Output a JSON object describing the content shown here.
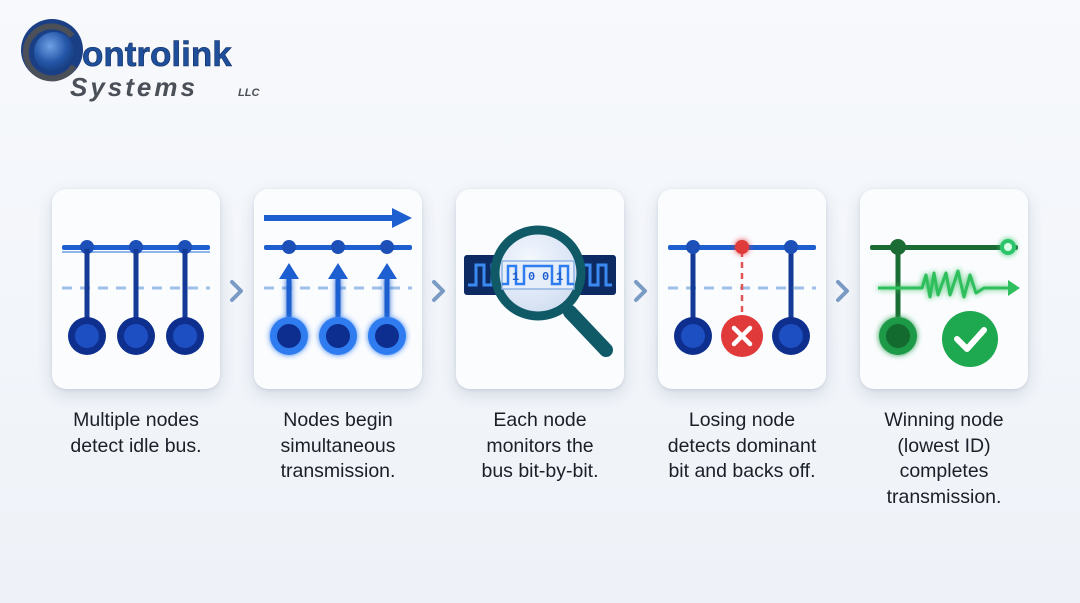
{
  "brand": {
    "name_line1": "Controlink",
    "name_line2": "Systems",
    "suffix": "LLC",
    "colors": {
      "primary": "#1f4e9a",
      "secondary": "#4a4f58"
    }
  },
  "steps": [
    {
      "caption": [
        "Multiple nodes",
        "detect idle bus."
      ],
      "icon": "idle-bus-nodes-icon"
    },
    {
      "caption": [
        "Nodes begin",
        "simultaneous",
        "transmission."
      ],
      "icon": "transmitting-nodes-icon"
    },
    {
      "caption": [
        "Each node",
        "monitors the",
        "bus bit-by-bit."
      ],
      "icon": "magnifier-bitstream-icon",
      "bits_shown": "1001"
    },
    {
      "caption": [
        "Losing node",
        "detects dominant",
        "bit and backs off."
      ],
      "icon": "node-backs-off-icon"
    },
    {
      "caption": [
        "Winning node",
        "(lowest ID)",
        "completes",
        "transmission."
      ],
      "icon": "winning-node-check-icon"
    }
  ],
  "colors": {
    "bus_blue": "#1d5fd0",
    "node_navy": "#0e2f8e",
    "glow_blue": "#2f7cf0",
    "dash_blue": "#9ec0e8",
    "error_red": "#e03a3a",
    "success_green": "#1ea84f",
    "chevron": "#7a9bc4"
  }
}
